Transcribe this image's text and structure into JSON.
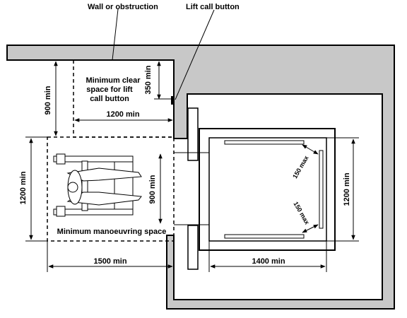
{
  "labels": {
    "wall": "Wall or obstruction",
    "lift_button": "Lift call button",
    "clear_space_line1": "Minimum clear",
    "clear_space_line2": "space for lift",
    "clear_space_line3": "call button",
    "manoeuvring": "Minimum manoeuvring space"
  },
  "dimensions": {
    "d900_left": "900 min",
    "d350": "350 min",
    "d1200_top": "1200 min",
    "d1200_left": "1200 min",
    "d900_mid": "900 min",
    "d1500": "1500 min",
    "d1400": "1400 min",
    "d1200_right": "1200 min",
    "d150_top": "150 max",
    "d150_bottom": "150 max"
  },
  "colors": {
    "wall_fill": "#c8c8c8",
    "line": "#000000",
    "background": "#ffffff"
  }
}
